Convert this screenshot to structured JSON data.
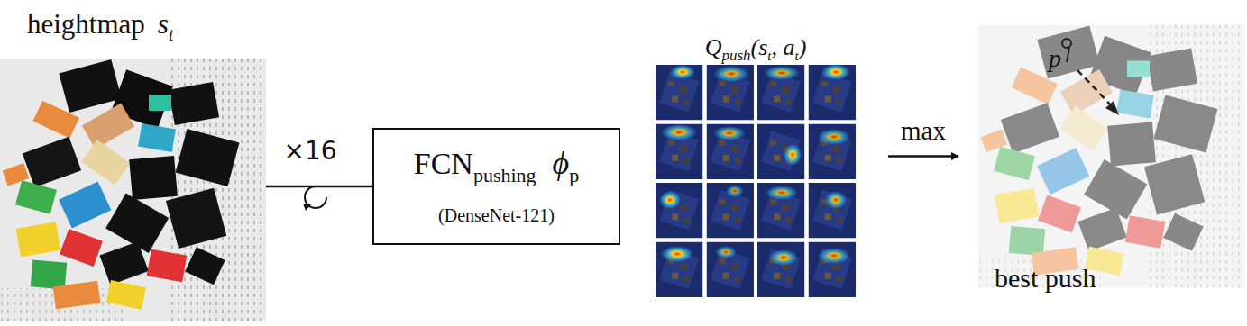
{
  "diagram": {
    "nodes": [
      {
        "text": [
          "heightmap",
          "s",
          "t"
        ]
      },
      {
        "text": [
          "FCN",
          "pushing",
          "ϕ",
          "p",
          "(DenseNet-121)"
        ]
      },
      {
        "text": [
          "Q",
          "push",
          "(s",
          "t",
          ", a",
          "t",
          ")"
        ]
      },
      {
        "text": [
          "best push"
        ]
      }
    ],
    "edges": [
      {
        "from": 0,
        "to": 1,
        "arrow": "none",
        "label": "×16"
      },
      {
        "from": 2,
        "to": 3,
        "arrow": "to",
        "label": "max"
      }
    ],
    "labels": [
      "p"
    ]
  }
}
